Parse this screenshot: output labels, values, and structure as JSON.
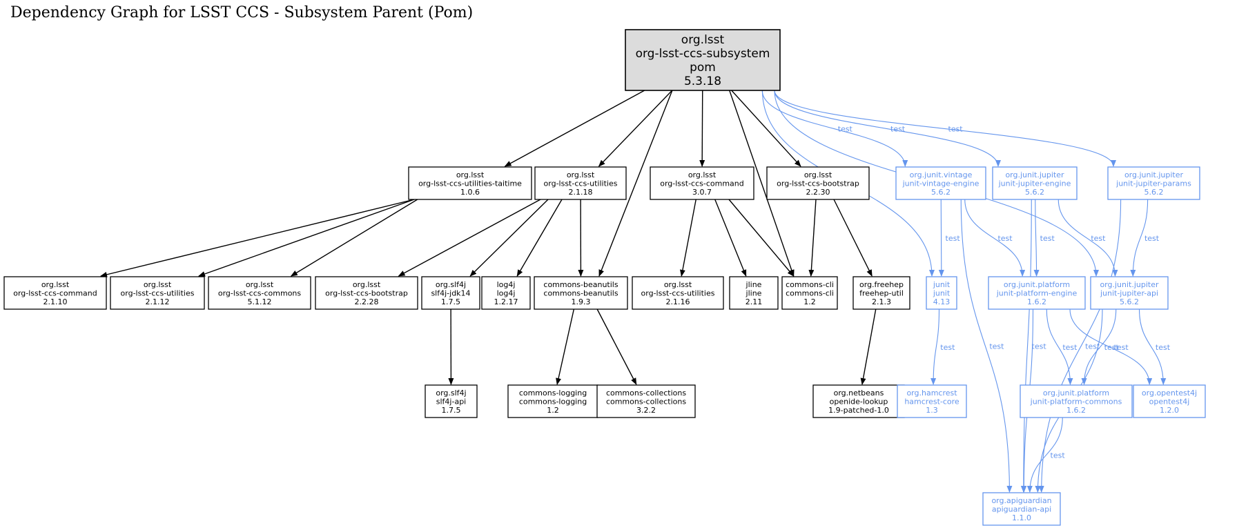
{
  "title": "Dependency Graph for LSST CCS - Subsystem Parent (Pom)",
  "colors": {
    "compile": "#000000",
    "test": "#6495ed",
    "root_fill": "#dcdcdc"
  },
  "edge_label_test": "test",
  "nodes": [
    {
      "id": "root",
      "lines": [
        "org.lsst",
        "org-lsst-ccs-subsystem",
        "pom",
        "5.3.18"
      ],
      "scope": "root"
    },
    {
      "id": "utilities-taitime",
      "lines": [
        "org.lsst",
        "org-lsst-ccs-utilities-taitime",
        "1.0.6"
      ],
      "scope": "compile"
    },
    {
      "id": "utilities-2118",
      "lines": [
        "org.lsst",
        "org-lsst-ccs-utilities",
        "2.1.18"
      ],
      "scope": "compile"
    },
    {
      "id": "command-307",
      "lines": [
        "org.lsst",
        "org-lsst-ccs-command",
        "3.0.7"
      ],
      "scope": "compile"
    },
    {
      "id": "bootstrap-2230",
      "lines": [
        "org.lsst",
        "org-lsst-ccs-bootstrap",
        "2.2.30"
      ],
      "scope": "compile"
    },
    {
      "id": "vintage-engine",
      "lines": [
        "org.junit.vintage",
        "junit-vintage-engine",
        "5.6.2"
      ],
      "scope": "test"
    },
    {
      "id": "jupiter-engine",
      "lines": [
        "org.junit.jupiter",
        "junit-jupiter-engine",
        "5.6.2"
      ],
      "scope": "test"
    },
    {
      "id": "jupiter-params",
      "lines": [
        "org.junit.jupiter",
        "junit-jupiter-params",
        "5.6.2"
      ],
      "scope": "test"
    },
    {
      "id": "command-2110",
      "lines": [
        "org.lsst",
        "org-lsst-ccs-command",
        "2.1.10"
      ],
      "scope": "compile"
    },
    {
      "id": "utilities-2112",
      "lines": [
        "org.lsst",
        "org-lsst-ccs-utilities",
        "2.1.12"
      ],
      "scope": "compile"
    },
    {
      "id": "commons-5112",
      "lines": [
        "org.lsst",
        "org-lsst-ccs-commons",
        "5.1.12"
      ],
      "scope": "compile"
    },
    {
      "id": "bootstrap-2228",
      "lines": [
        "org.lsst",
        "org-lsst-ccs-bootstrap",
        "2.2.28"
      ],
      "scope": "compile"
    },
    {
      "id": "slf4j-jdk14",
      "lines": [
        "org.slf4j",
        "slf4j-jdk14",
        "1.7.5"
      ],
      "scope": "compile"
    },
    {
      "id": "log4j",
      "lines": [
        "log4j",
        "log4j",
        "1.2.17"
      ],
      "scope": "compile"
    },
    {
      "id": "beanutils",
      "lines": [
        "commons-beanutils",
        "commons-beanutils",
        "1.9.3"
      ],
      "scope": "compile"
    },
    {
      "id": "utilities-2116",
      "lines": [
        "org.lsst",
        "org-lsst-ccs-utilities",
        "2.1.16"
      ],
      "scope": "compile"
    },
    {
      "id": "jline",
      "lines": [
        "jline",
        "jline",
        "2.11"
      ],
      "scope": "compile"
    },
    {
      "id": "commons-cli",
      "lines": [
        "commons-cli",
        "commons-cli",
        "1.2"
      ],
      "scope": "compile"
    },
    {
      "id": "freehep-util",
      "lines": [
        "org.freehep",
        "freehep-util",
        "2.1.3"
      ],
      "scope": "compile"
    },
    {
      "id": "junit",
      "lines": [
        "junit",
        "junit",
        "4.13"
      ],
      "scope": "test"
    },
    {
      "id": "platform-engine",
      "lines": [
        "org.junit.platform",
        "junit-platform-engine",
        "1.6.2"
      ],
      "scope": "test"
    },
    {
      "id": "jupiter-api",
      "lines": [
        "org.junit.jupiter",
        "junit-jupiter-api",
        "5.6.2"
      ],
      "scope": "test"
    },
    {
      "id": "slf4j-api",
      "lines": [
        "org.slf4j",
        "slf4j-api",
        "1.7.5"
      ],
      "scope": "compile"
    },
    {
      "id": "commons-logging",
      "lines": [
        "commons-logging",
        "commons-logging",
        "1.2"
      ],
      "scope": "compile"
    },
    {
      "id": "commons-collections",
      "lines": [
        "commons-collections",
        "commons-collections",
        "3.2.2"
      ],
      "scope": "compile"
    },
    {
      "id": "openide-lookup",
      "lines": [
        "org.netbeans",
        "openide-lookup",
        "1.9-patched-1.0"
      ],
      "scope": "compile"
    },
    {
      "id": "hamcrest",
      "lines": [
        "org.hamcrest",
        "hamcrest-core",
        "1.3"
      ],
      "scope": "test"
    },
    {
      "id": "platform-commons",
      "lines": [
        "org.junit.platform",
        "junit-platform-commons",
        "1.6.2"
      ],
      "scope": "test"
    },
    {
      "id": "opentest4j",
      "lines": [
        "org.opentest4j",
        "opentest4j",
        "1.2.0"
      ],
      "scope": "test"
    },
    {
      "id": "apiguardian",
      "lines": [
        "org.apiguardian",
        "apiguardian-api",
        "1.1.0"
      ],
      "scope": "test"
    }
  ],
  "edges": [
    {
      "from": "root",
      "to": "utilities-taitime",
      "scope": "compile"
    },
    {
      "from": "root",
      "to": "utilities-2118",
      "scope": "compile"
    },
    {
      "from": "root",
      "to": "beanutils",
      "scope": "compile"
    },
    {
      "from": "root",
      "to": "command-307",
      "scope": "compile"
    },
    {
      "from": "root",
      "to": "commons-cli",
      "scope": "compile"
    },
    {
      "from": "root",
      "to": "bootstrap-2230",
      "scope": "compile"
    },
    {
      "from": "root",
      "to": "junit",
      "scope": "test"
    },
    {
      "from": "root",
      "to": "vintage-engine",
      "scope": "test"
    },
    {
      "from": "root",
      "to": "jupiter-engine",
      "scope": "test"
    },
    {
      "from": "root",
      "to": "jupiter-api",
      "scope": "test"
    },
    {
      "from": "root",
      "to": "jupiter-params",
      "scope": "test"
    },
    {
      "from": "utilities-taitime",
      "to": "command-2110",
      "scope": "compile"
    },
    {
      "from": "utilities-taitime",
      "to": "utilities-2112",
      "scope": "compile"
    },
    {
      "from": "utilities-taitime",
      "to": "commons-5112",
      "scope": "compile"
    },
    {
      "from": "utilities-2118",
      "to": "bootstrap-2228",
      "scope": "compile"
    },
    {
      "from": "utilities-2118",
      "to": "slf4j-jdk14",
      "scope": "compile"
    },
    {
      "from": "utilities-2118",
      "to": "log4j",
      "scope": "compile"
    },
    {
      "from": "utilities-2118",
      "to": "beanutils",
      "scope": "compile"
    },
    {
      "from": "command-307",
      "to": "utilities-2116",
      "scope": "compile"
    },
    {
      "from": "command-307",
      "to": "jline",
      "scope": "compile"
    },
    {
      "from": "command-307",
      "to": "commons-cli",
      "scope": "compile"
    },
    {
      "from": "bootstrap-2230",
      "to": "commons-cli",
      "scope": "compile"
    },
    {
      "from": "bootstrap-2230",
      "to": "freehep-util",
      "scope": "compile"
    },
    {
      "from": "slf4j-jdk14",
      "to": "slf4j-api",
      "scope": "compile"
    },
    {
      "from": "beanutils",
      "to": "commons-logging",
      "scope": "compile"
    },
    {
      "from": "beanutils",
      "to": "commons-collections",
      "scope": "compile"
    },
    {
      "from": "freehep-util",
      "to": "openide-lookup",
      "scope": "compile"
    },
    {
      "from": "vintage-engine",
      "to": "junit",
      "scope": "test"
    },
    {
      "from": "vintage-engine",
      "to": "platform-engine",
      "scope": "test"
    },
    {
      "from": "vintage-engine",
      "to": "apiguardian",
      "scope": "test"
    },
    {
      "from": "jupiter-engine",
      "to": "platform-engine",
      "scope": "test"
    },
    {
      "from": "jupiter-engine",
      "to": "jupiter-api",
      "scope": "test"
    },
    {
      "from": "jupiter-engine",
      "to": "apiguardian",
      "scope": "test"
    },
    {
      "from": "jupiter-params",
      "to": "jupiter-api",
      "scope": "test"
    },
    {
      "from": "jupiter-params",
      "to": "apiguardian",
      "scope": "test"
    },
    {
      "from": "junit",
      "to": "hamcrest",
      "scope": "test"
    },
    {
      "from": "platform-engine",
      "to": "platform-commons",
      "scope": "test"
    },
    {
      "from": "platform-engine",
      "to": "opentest4j",
      "scope": "test"
    },
    {
      "from": "platform-engine",
      "to": "apiguardian",
      "scope": "test"
    },
    {
      "from": "jupiter-api",
      "to": "platform-commons",
      "scope": "test"
    },
    {
      "from": "jupiter-api",
      "to": "opentest4j",
      "scope": "test"
    },
    {
      "from": "jupiter-api",
      "to": "apiguardian",
      "scope": "test"
    },
    {
      "from": "platform-commons",
      "to": "apiguardian",
      "scope": "test"
    }
  ]
}
